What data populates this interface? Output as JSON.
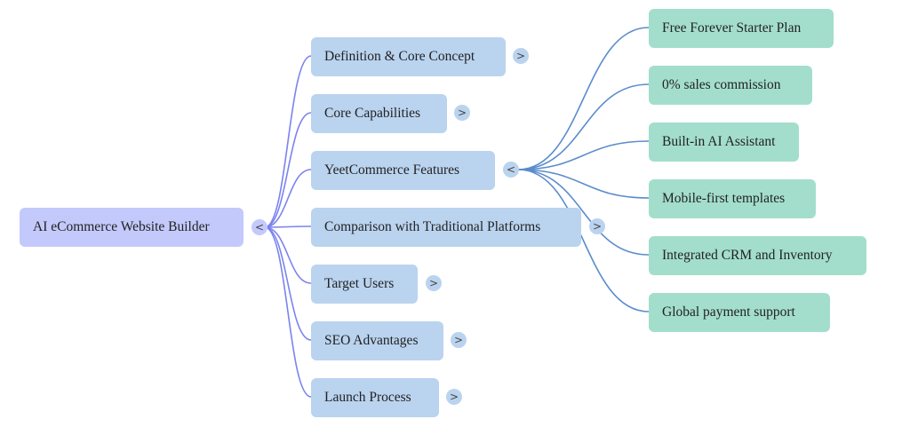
{
  "mindmap": {
    "root": {
      "label": "AI eCommerce Website Builder",
      "toggle": "<",
      "color": "#c3c9fb",
      "link_color": "#7b83ee"
    },
    "level1_color": "#bad3ef",
    "level2_color": "#a3decc",
    "level2_link_color": "#5b8ccc",
    "branches": [
      {
        "label": "Definition & Core Concept",
        "toggle": ">",
        "expanded": false
      },
      {
        "label": "Core Capabilities",
        "toggle": ">",
        "expanded": false
      },
      {
        "label": "YeetCommerce Features",
        "toggle": "<",
        "expanded": true,
        "children": [
          {
            "label": "Free Forever Starter Plan"
          },
          {
            "label": "0% sales commission"
          },
          {
            "label": "Built-in AI Assistant"
          },
          {
            "label": "Mobile-first templates"
          },
          {
            "label": "Integrated CRM and Inventory"
          },
          {
            "label": "Global payment support"
          }
        ]
      },
      {
        "label": "Comparison with Traditional Platforms",
        "toggle": ">",
        "expanded": false
      },
      {
        "label": "Target Users",
        "toggle": ">",
        "expanded": false
      },
      {
        "label": "SEO Advantages",
        "toggle": ">",
        "expanded": false
      },
      {
        "label": "Launch Process",
        "toggle": ">",
        "expanded": false
      }
    ]
  }
}
